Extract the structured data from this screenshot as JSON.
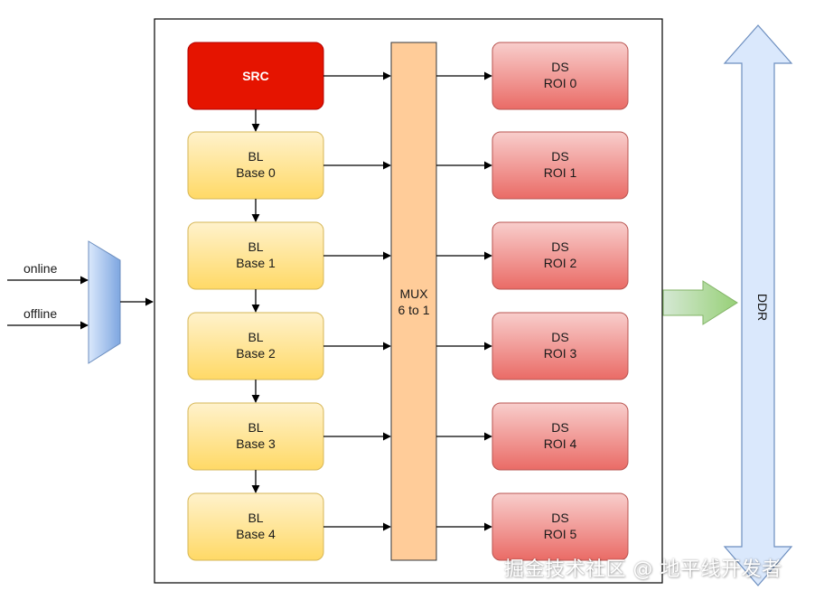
{
  "inputs": {
    "online": "online",
    "offline": "offline"
  },
  "src": {
    "label": "SRC"
  },
  "bl_blocks": [
    {
      "line1": "BL",
      "line2": "Base 0"
    },
    {
      "line1": "BL",
      "line2": "Base 1"
    },
    {
      "line1": "BL",
      "line2": "Base 2"
    },
    {
      "line1": "BL",
      "line2": "Base 3"
    },
    {
      "line1": "BL",
      "line2": "Base 4"
    }
  ],
  "mux": {
    "line1": "MUX",
    "line2": "6 to 1"
  },
  "ds_blocks": [
    {
      "line1": "DS",
      "line2": "ROI 0"
    },
    {
      "line1": "DS",
      "line2": "ROI 1"
    },
    {
      "line1": "DS",
      "line2": "ROI 2"
    },
    {
      "line1": "DS",
      "line2": "ROI 3"
    },
    {
      "line1": "DS",
      "line2": "ROI 4"
    },
    {
      "line1": "DS",
      "line2": "ROI 5"
    }
  ],
  "ddr": {
    "label": "DDR"
  },
  "watermark": {
    "text": "掘金技术社区 @ 地平线开发者"
  },
  "colors": {
    "src_fill": "#e51400",
    "bl_fill_top": "#fff2cc",
    "bl_fill_bottom": "#ffd966",
    "mux_fill": "#ffcc99",
    "ds_fill_top": "#f8cecc",
    "ds_fill_bottom": "#ea6b66",
    "ddr_fill": "#dae8fc",
    "green_arrow": "#d5e8d4",
    "input_mux_fill": "#7ea6e0"
  }
}
